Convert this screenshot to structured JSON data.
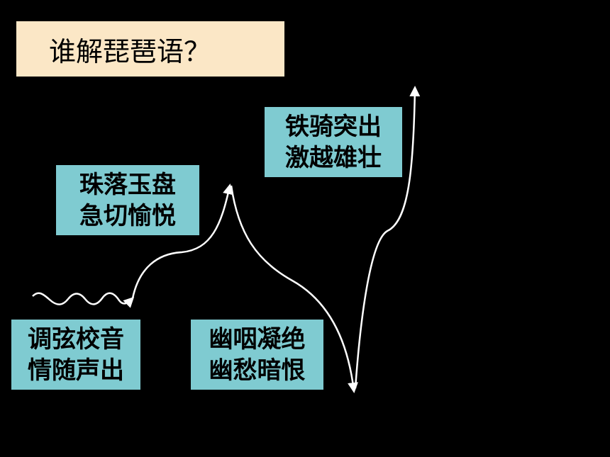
{
  "title": "谁解琵琶语？",
  "stages": [
    {
      "line1": "调弦校音",
      "line2": "情随声出"
    },
    {
      "line1": "珠落玉盘",
      "line2": "急切愉悦"
    },
    {
      "line1": "幽咽凝绝",
      "line2": "幽愁暗恨"
    },
    {
      "line1": "铁骑突出",
      "line2": "激越雄壮"
    }
  ],
  "colors": {
    "background": "#000000",
    "title_box": "#fbe7c6",
    "stage_box": "#7fcbd1",
    "curve": "#ffffff"
  }
}
